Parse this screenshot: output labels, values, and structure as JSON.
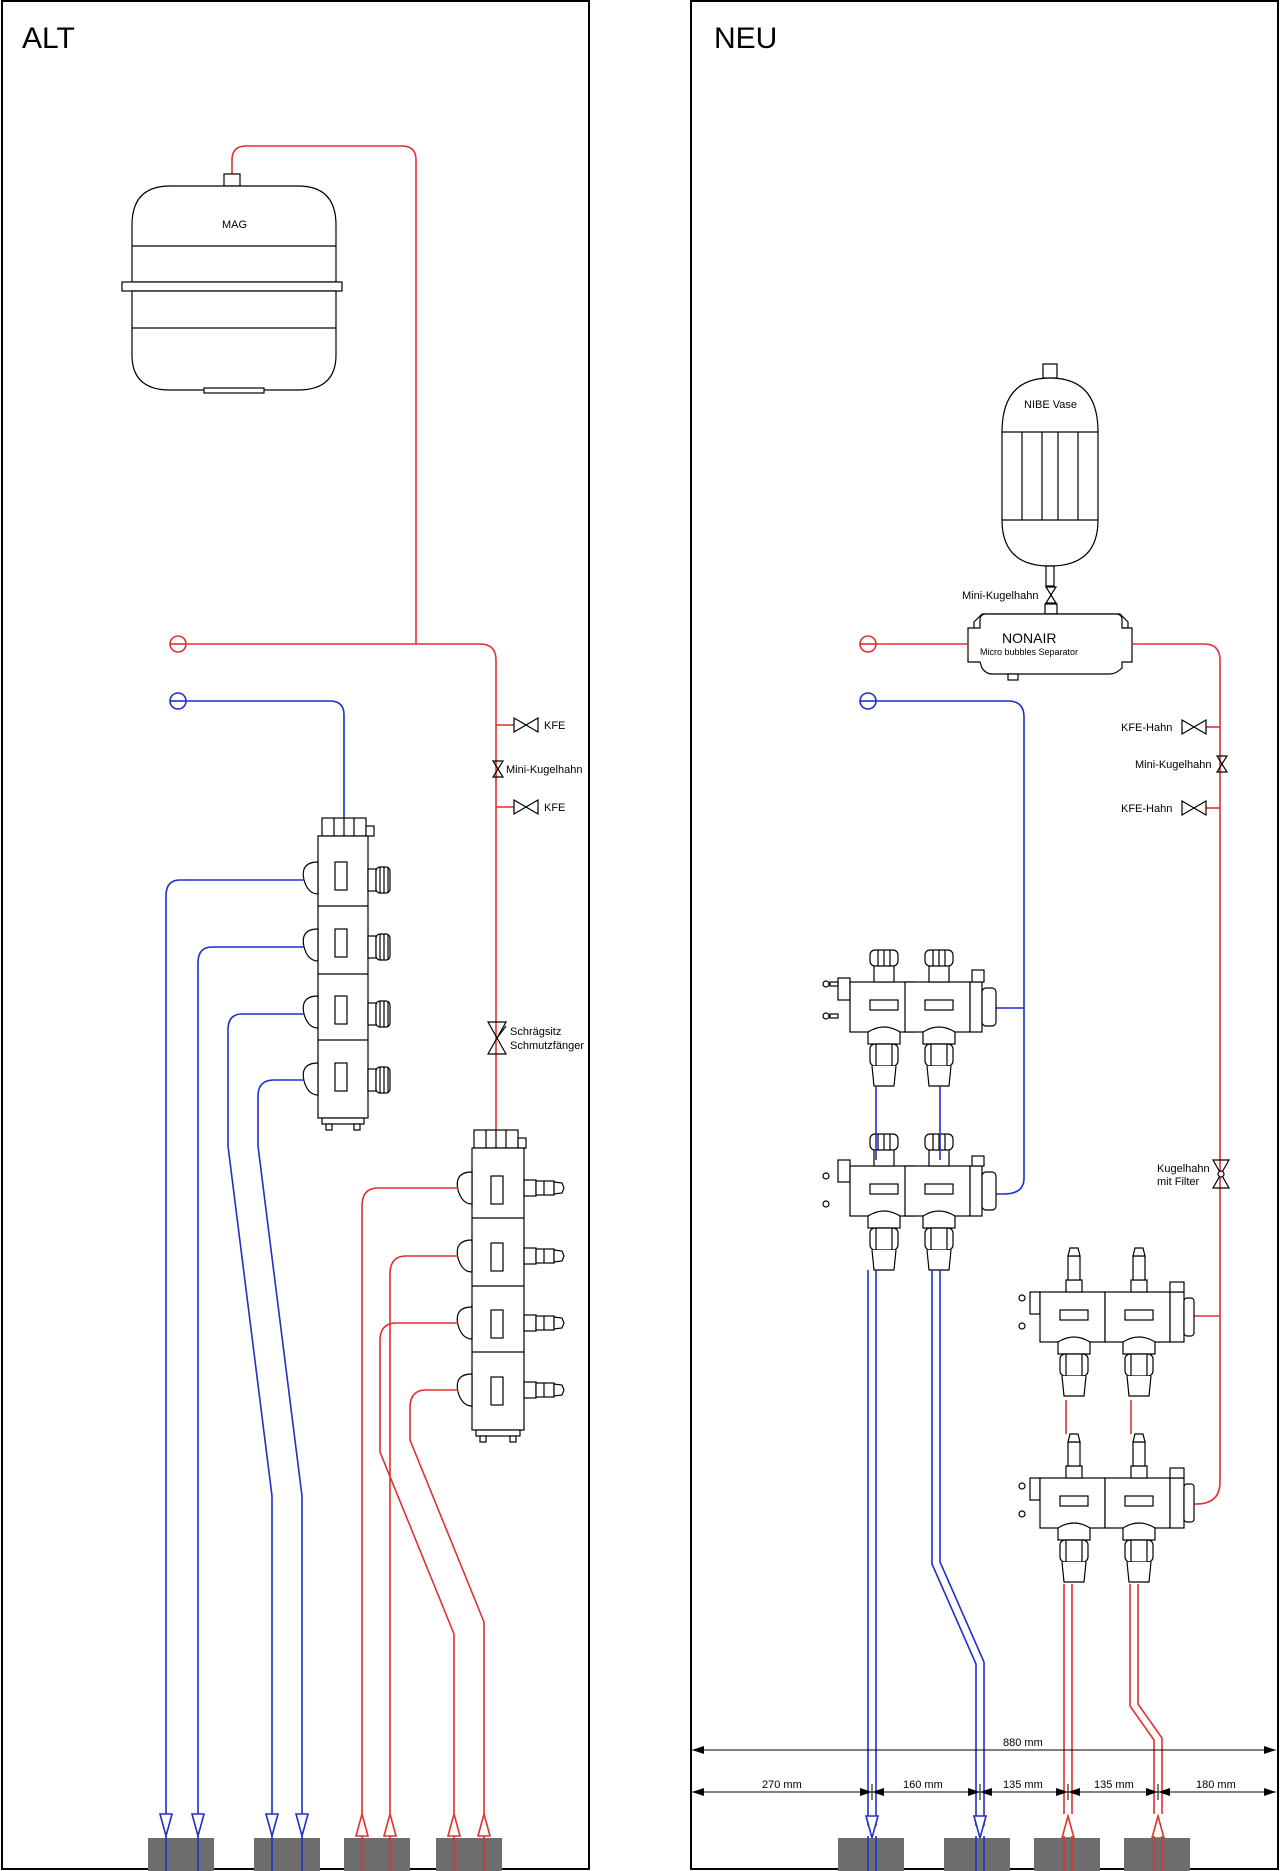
{
  "panels": {
    "left_title": "ALT",
    "right_title": "NEU"
  },
  "labels": {
    "mag": "MAG",
    "kfe_top": "KFE",
    "mini_kugelhahn_left": "Mini-Kugelhahn",
    "kfe_bottom": "KFE",
    "schraegsitz_1": "Schrägsitz",
    "schraegsitz_2": "Schmutzfänger",
    "nibe_vase": "NIBE Vase",
    "mini_kugelhahn_right": "Mini-Kugelhahn",
    "nonair_title": "NONAIR",
    "nonair_subtitle": "Micro bubbles Separator",
    "kfe_hahn_top": "KFE-Hahn",
    "mini_kugelhahn_right2": "Mini-Kugelhahn",
    "kfe_hahn_bottom": "KFE-Hahn",
    "kugelhahn_1": "Kugelhahn",
    "kugelhahn_2": "mit Filter"
  },
  "dimensions": {
    "total": "880 mm",
    "segments": [
      "270 mm",
      "160 mm",
      "135 mm",
      "135 mm",
      "180 mm"
    ]
  },
  "colors": {
    "supply": "#e03030",
    "return": "#1f2fc8",
    "floor": "#6d6d6d"
  }
}
